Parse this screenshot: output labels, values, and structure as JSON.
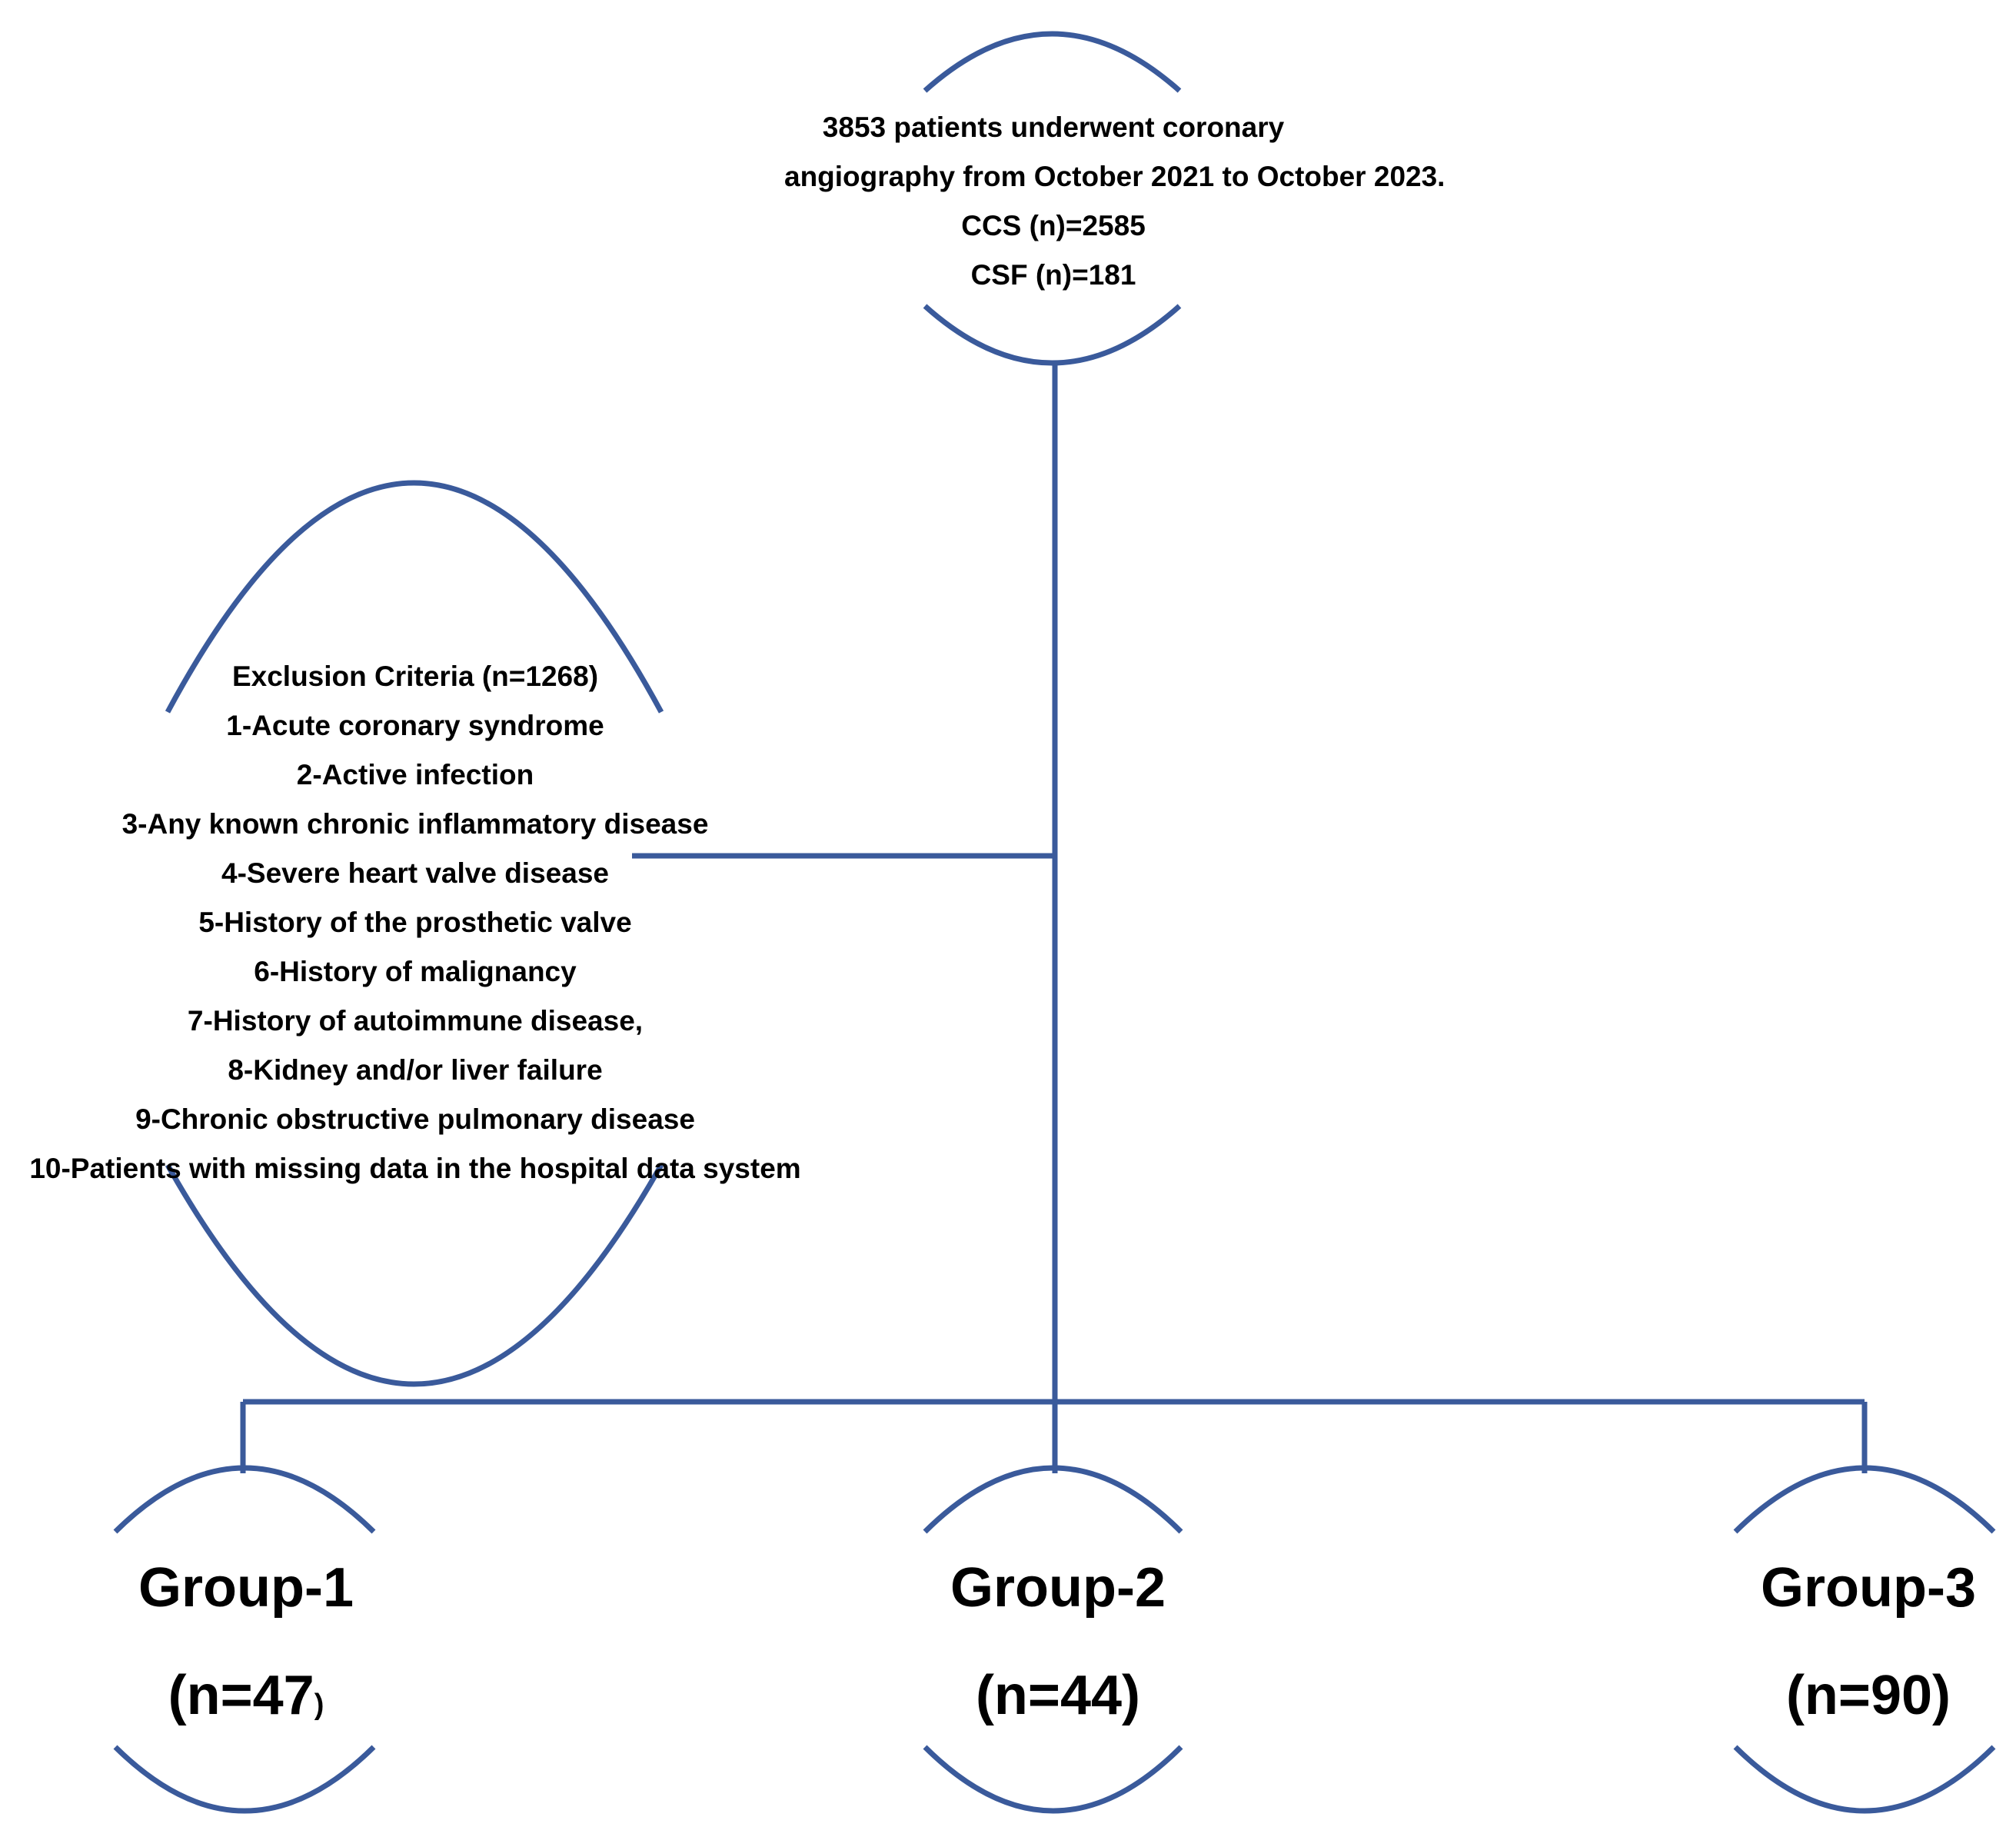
{
  "colors": {
    "stroke": "#3A5A9B",
    "text": "#000000",
    "background": "#FFFFFF"
  },
  "top_node": {
    "lines": [
      "3853 patients underwent coronary",
      "angiography from October 2021 to October 2023.",
      "CCS (n)=2585",
      "CSF (n)=181"
    ]
  },
  "exclusion_node": {
    "title": "Exclusion Criteria (n=1268)",
    "items": [
      "1-Acute coronary syndrome",
      "2-Active infection",
      "3-Any known chronic inflammatory disease",
      "4-Severe heart valve disease",
      "5-History of the prosthetic valve",
      "6-History of malignancy",
      "7-History of autoimmune disease,",
      "8-Kidney and/or liver failure",
      "9-Chronic obstructive pulmonary disease",
      "10-Patients with missing data in the hospital data system"
    ]
  },
  "groups": [
    {
      "name": "Group-1",
      "count_main": "(n=47",
      "count_paren": ")"
    },
    {
      "name": "Group-2",
      "count_main": "(n=44)",
      "count_paren": ""
    },
    {
      "name": "Group-3",
      "count_main": "(n=90)",
      "count_paren": ""
    }
  ]
}
